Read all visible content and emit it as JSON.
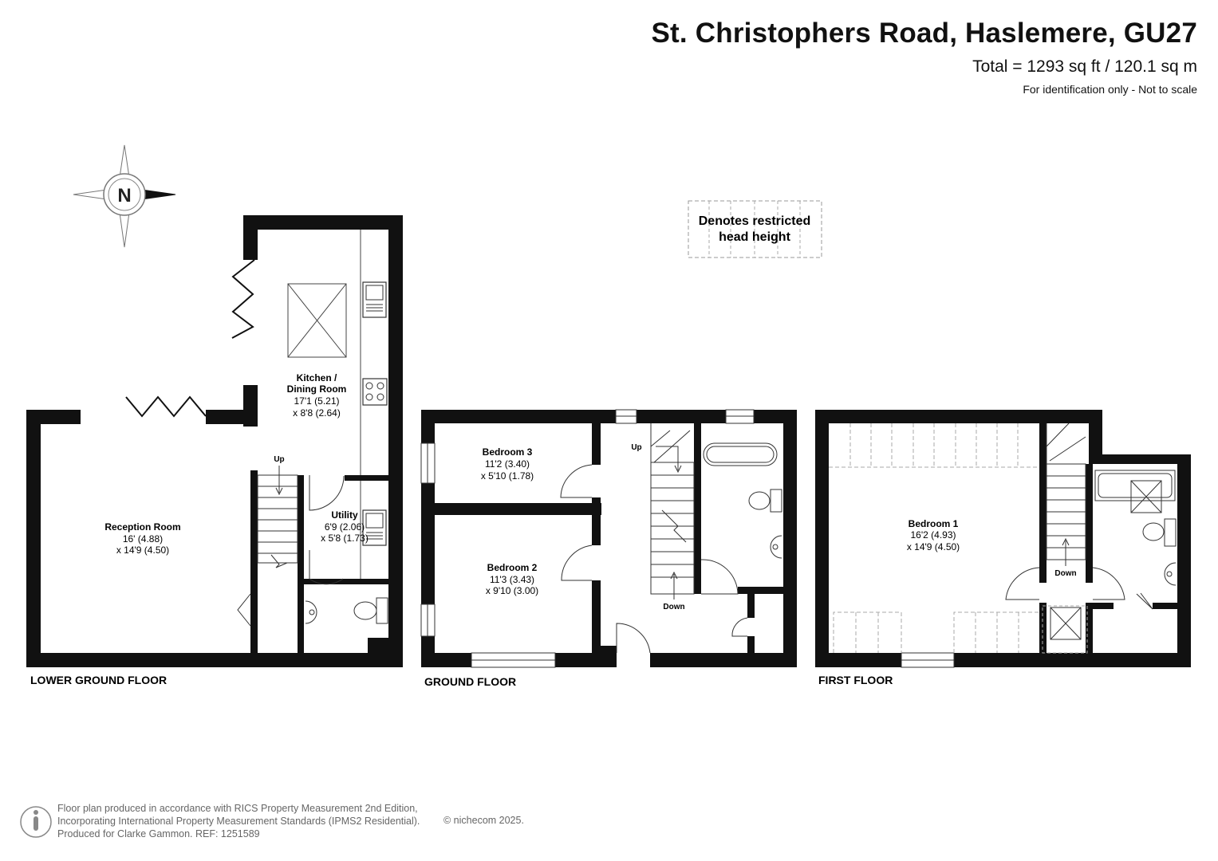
{
  "header": {
    "title": "St. Christophers Road, Haslemere, GU27",
    "total": "Total = 1293 sq ft / 120.1 sq m",
    "note": "For identification only - Not to scale"
  },
  "compass": {
    "letter": "N"
  },
  "legend": {
    "line1": "Denotes restricted",
    "line2": "head height"
  },
  "floors": {
    "lower": {
      "label": "LOWER GROUND FLOOR",
      "reception": {
        "name": "Reception Room",
        "dim1": "16' (4.88)",
        "dim2": "x 14'9 (4.50)"
      },
      "kitchen": {
        "name1": "Kitchen /",
        "name2": "Dining Room",
        "dim1": "17'1 (5.21)",
        "dim2": "x 8'8 (2.64)"
      },
      "utility": {
        "name": "Utility",
        "dim1": "6'9 (2.06)",
        "dim2": "x 5'8 (1.73)"
      },
      "stairs": {
        "up": "Up"
      }
    },
    "ground": {
      "label": "GROUND FLOOR",
      "bedroom3": {
        "name": "Bedroom 3",
        "dim1": "11'2 (3.40)",
        "dim2": "x 5'10 (1.78)"
      },
      "bedroom2": {
        "name": "Bedroom 2",
        "dim1": "11'3 (3.43)",
        "dim2": "x 9'10 (3.00)"
      },
      "stairs": {
        "up": "Up",
        "down": "Down"
      }
    },
    "first": {
      "label": "FIRST FLOOR",
      "bedroom1": {
        "name": "Bedroom 1",
        "dim1": "16'2 (4.93)",
        "dim2": "x 14'9 (4.50)"
      },
      "stairs": {
        "down": "Down"
      }
    }
  },
  "footer": {
    "line1": "Floor plan produced in accordance with RICS Property Measurement 2nd Edition,",
    "line2": "Incorporating International Property Measurement Standards (IPMS2 Residential).",
    "line3": "Produced for Clarke Gammon.   REF:  1251589",
    "copyright": "© nichecom 2025."
  }
}
